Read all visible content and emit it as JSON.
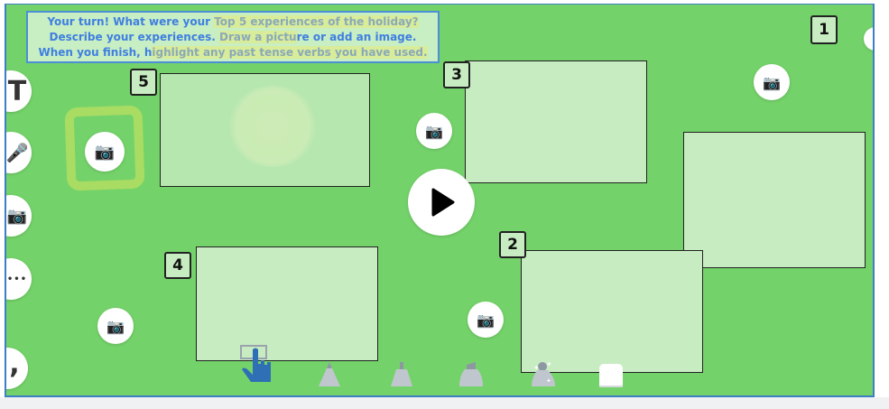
{
  "prompt": {
    "line1_a": "Your turn! What were your ",
    "line1_b": "Top 5 experiences of the holiday?",
    "line2_a": "Describe your experiences. ",
    "line2_b": "Draw a pictu",
    "line2_c": "re or add an image.",
    "line3_a": "When you finish, h",
    "line3_b": "ighlight any past tense verbs you have used."
  },
  "labels": {
    "n1": "1",
    "n2": "2",
    "n3": "3",
    "n4": "4",
    "n5": "5"
  },
  "left_tools": {
    "text": "T",
    "more": "•••",
    "comma": ","
  },
  "colors": {
    "canvas": "#74d26a",
    "box": "#c7ecc1",
    "accent": "#3f7fe0"
  }
}
